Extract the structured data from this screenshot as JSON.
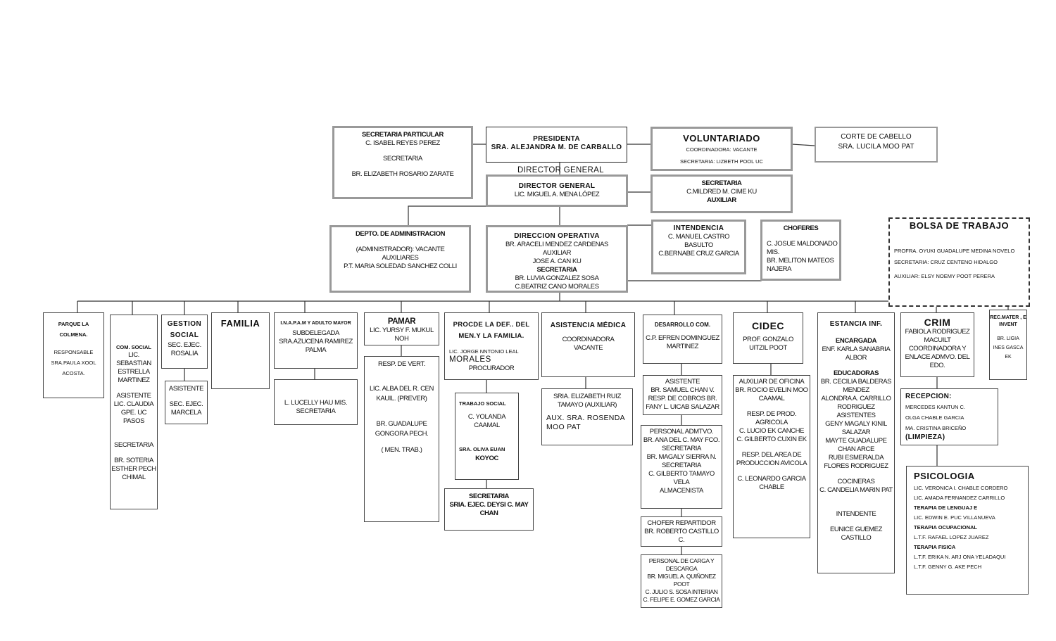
{
  "top": {
    "secretaria_particular": [
      "SECRETARIA PARTICULAR",
      "C. ISABEL REYES PEREZ",
      "SECRETARIA",
      "BR. ELIZABETH ROSARIO ZARATE"
    ],
    "presidenta": [
      "PRESIDENTA",
      "SRA. ALEJANDRA M. DE CARBALLO"
    ],
    "voluntariado": [
      "VOLUNTARIADO",
      "COORDINADORA: VACANTE",
      "SECRETARIA: LIZBETH POOL UC"
    ],
    "corte_cabello": [
      "CORTE DE CABELLO",
      "SRA. LUCILA MOO PAT"
    ],
    "director_general_caption": "DIRECTOR GENERAL",
    "director_general": [
      "DIRECTOR GENERAL",
      "LIC. MIGUEL A. MENA LÓPEZ"
    ],
    "secretaria_dg": [
      "SECRETARIA",
      "C.MILDRED M. CIME KU",
      "AUXILIAR"
    ],
    "depto_admin": [
      "DEPTO. DE ADMINISTRACION",
      "(ADMINISTRADOR): VACANTE",
      "AUXILIARES",
      "P.T. MARIA SOLEDAD SANCHEZ COLLI"
    ],
    "direccion_operativa": [
      "DIRECCION OPERATIVA",
      "BR. ARACELI MENDEZ CARDENAS",
      "AUXILIAR",
      "JOSE A. CAN KU",
      "SECRETARIA",
      "BR. LUVIA GONZALEZ SOSA",
      "C.BEATRIZ CANO MORALES"
    ],
    "intendencia": [
      "INTENDENCIA",
      "C. MANUEL CASTRO",
      "BASULTO",
      "C.BERNABE CRUZ GARCIA"
    ],
    "choferes": [
      "CHOFERES",
      "C. JOSUE MALDONADO MIS.",
      "BR. MELITON MATEOS NAJERA"
    ],
    "bolsa_trabajo": [
      "BOLSA DE TRABAJO",
      "PROFRA. OYUKI GUADALUPE MEDINA NOVELO",
      "SECRETARIA: CRUZ CENTENO HIDALGO",
      "AUXILIAR: ELSY NOEMY POOT PERERA"
    ]
  },
  "depts": {
    "parque": [
      "PARQUE LA COLMENA.",
      "RESPONSABLE",
      "SRA.PAULA XOOL",
      "ACOSTA."
    ],
    "com_social": [
      "COM. SOCIAL",
      "LIC. SEBASTIAN ESTRELLA MARTINEZ",
      "ASISTENTE",
      "LIC. CLAUDIA GPE. UC PASOS",
      "SECRETARIA",
      "BR. SOTERIA ESTHER PECH CHIMAL"
    ],
    "gestion_social": [
      "GESTION SOCIAL",
      "SEC. EJEC. ROSALIA"
    ],
    "gestion_asistente": [
      "ASISTENTE",
      "SEC. EJEC. MARCELA"
    ],
    "familia": [
      "FAMILIA"
    ],
    "inapam": [
      "I.N.A.P.A.M Y ADULTO MAYOR",
      "SUBDELEGADA",
      "SRA.AZUCENA RAMIREZ PALMA"
    ],
    "inapam_sub": [
      "L. LUCELLY HAU MIS.",
      "SECRETARIA"
    ],
    "pamar": [
      "PAMAR",
      "LIC. YURSY F. MUKUL NOH"
    ],
    "pamar_sub": [
      "RESP. DE VERT.",
      "LIC. ALBA DEL R. CEN KAUIL. (PREVER)",
      "BR. GUADALUPE GONGORA PECH.",
      "( MEN. TRAB.)"
    ],
    "procde": [
      "PROCDE LA DEF.. DEL MEN.Y LA FAMILIA.",
      "LIC. JORGE NNTONIO LEAL",
      "MORALES",
      "PROCURADOR"
    ],
    "trabajo_social": [
      "TRABAJO SOCIAL",
      "C. YOLANDA CAAMAL",
      "SRA. OLIVA EUAN",
      "KOYOC"
    ],
    "procde_secretaria": [
      "SECRETARIA",
      "SRIA. EJEC. DEYSI C. MAY CHAN"
    ],
    "asistencia_medica": [
      "ASISTENCIA MÉDICA",
      "COORDINADORA",
      "VACANTE"
    ],
    "asistencia_sub": [
      "SRIA. ELIZABETH RUIZ TAMAYO (AUXILIAR)",
      "AUX. SRA. ROSENDA MOO PAT"
    ],
    "desarrollo": [
      "DESARROLLO COM.",
      "C.P. EFREN DOMINGUEZ MARTINEZ"
    ],
    "desarrollo_asist": [
      "ASISTENTE",
      "BR. SAMUEL CHAN V.",
      "RESP. DE COBROS BR.",
      "FANY L. UICAB SALAZAR"
    ],
    "desarrollo_personal": [
      "PERSONAL ADMTVO.",
      "BR. ANA DEL C. MAY FCO.",
      "SECRETARIA",
      "BR. MAGALY SIERRA N.",
      "SECRETARIA",
      "C. GILBERTO TAMAYO VELA",
      "ALMACENISTA"
    ],
    "desarrollo_chofer": [
      "CHOFER REPARTIDOR",
      "BR. ROBERTO CASTILLO C."
    ],
    "desarrollo_carga": [
      "PERSONAL DE CARGA Y DESCARGA",
      "BR. MIGUEL A. QUIÑONEZ POOT",
      "C. JULIO S. SOSA INTERIAN",
      "C. FELIPE E. GOMEZ GARCIA"
    ],
    "cidec": [
      "CIDEC",
      "PROF. GONZALO UITZIL POOT"
    ],
    "cidec_sub": [
      "AUXILIAR DE OFICINA",
      "BR. ROCIO EVELIN MOO CAAMAL",
      "RESP. DE PROD. AGRICOLA",
      "C. LUCIO EK CANCHE",
      "C. GILBERTO CUXIN EK",
      "RESP. DEL AREA DE PRODUCCION AVICOLA",
      "C. LEONARDO GARCIA CHABLE"
    ],
    "estancia": [
      "ESTANCIA INF.",
      "ENCARGADA",
      "ENF. KARLA SANABRIA ALBOR",
      "EDUCADORAS",
      "BR. CECILIA BALDERAS MENDEZ",
      "ALONDRA A. CARRILLO RODRIGUEZ",
      "ASISTENTES",
      "GENY MAGALY KINIL SALAZAR",
      "MAYTE GUADALUPE CHAN ARCE",
      "RUBI ESMERALDA FLORES RODRIGUEZ",
      "COCINERAS",
      "C. CANDELIA MARIN PAT",
      "INTENDENTE",
      "EUNICE GUEMEZ CASTILLO"
    ],
    "crim": [
      "CRIM",
      "FABIOLA RODRIGUEZ MACUILT",
      "COORDINADORA Y ENLACE ADMVO. DEL EDO."
    ],
    "recepcion": [
      "RECEPCION:",
      "MERCEDES KANTUN C.",
      "OLGA CHABLE GARCIA",
      "MA. CRISTINA BRICEÑO",
      "(LIMPIEZA)"
    ],
    "psicologia": [
      "PSICOLOGIA",
      "LIC. VERONICA I. CHABLE CORDERO",
      "LIC. AMADA FERNANDEZ CARRILLO",
      "TERAPIA DE LENGUAJ E",
      "LIC. EDWIN E. PUC VILLANUEVA",
      "TERAPIA OCUPACIONAL",
      "L.T.F. RAFAEL LOPEZ JUAREZ",
      "TERAPIA  FISICA",
      "L.T.F. ERIKA N. ARJ ONA YELADAQUI",
      "L.T.F. GENNY G. AKE PECH"
    ],
    "rec_mater": [
      "REC.MATER , E INVENT",
      "BR. LIGIA",
      "INES GASCA",
      "EK"
    ]
  }
}
